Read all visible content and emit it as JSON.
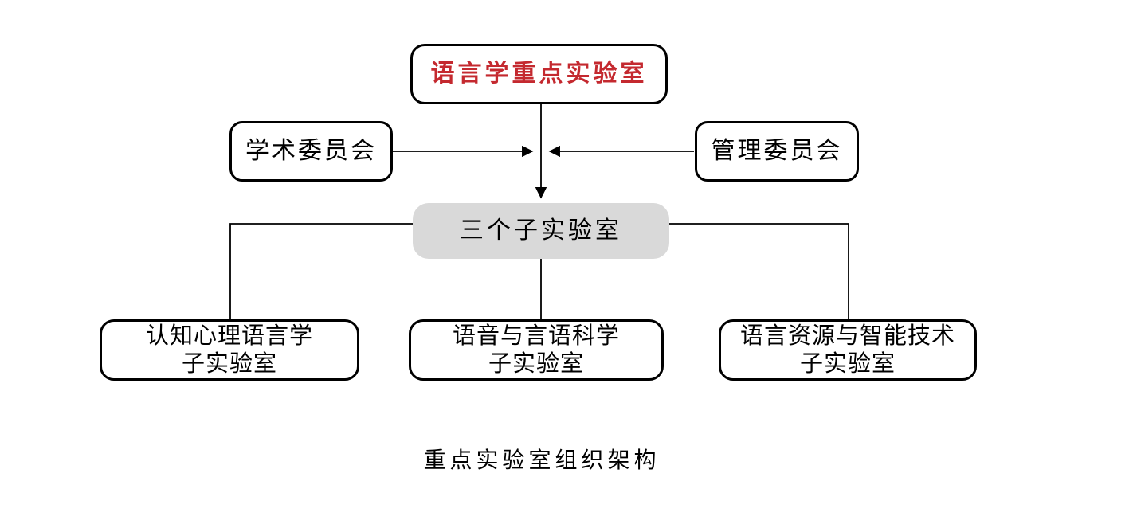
{
  "diagram": {
    "title_box": {
      "label": "语言学重点实验室"
    },
    "academic_committee_box": {
      "label": "学术委员会"
    },
    "management_committee_box": {
      "label": "管理委员会"
    },
    "sublabs_box": {
      "label": "三个子实验室"
    },
    "sublab_boxes": [
      {
        "line1": "认知心理语言学",
        "line2": "子实验室"
      },
      {
        "line1": "语音与言语科学",
        "line2": "子实验室"
      },
      {
        "line1": "语言资源与智能技术",
        "line2": "子实验室"
      }
    ],
    "caption": "重点实验室组织架构",
    "colors": {
      "title_red": "#C4292F",
      "box_border": "#000000",
      "sublabs_fill": "#D9D9D9",
      "connector": "#000000",
      "background": "#FFFFFF"
    }
  }
}
